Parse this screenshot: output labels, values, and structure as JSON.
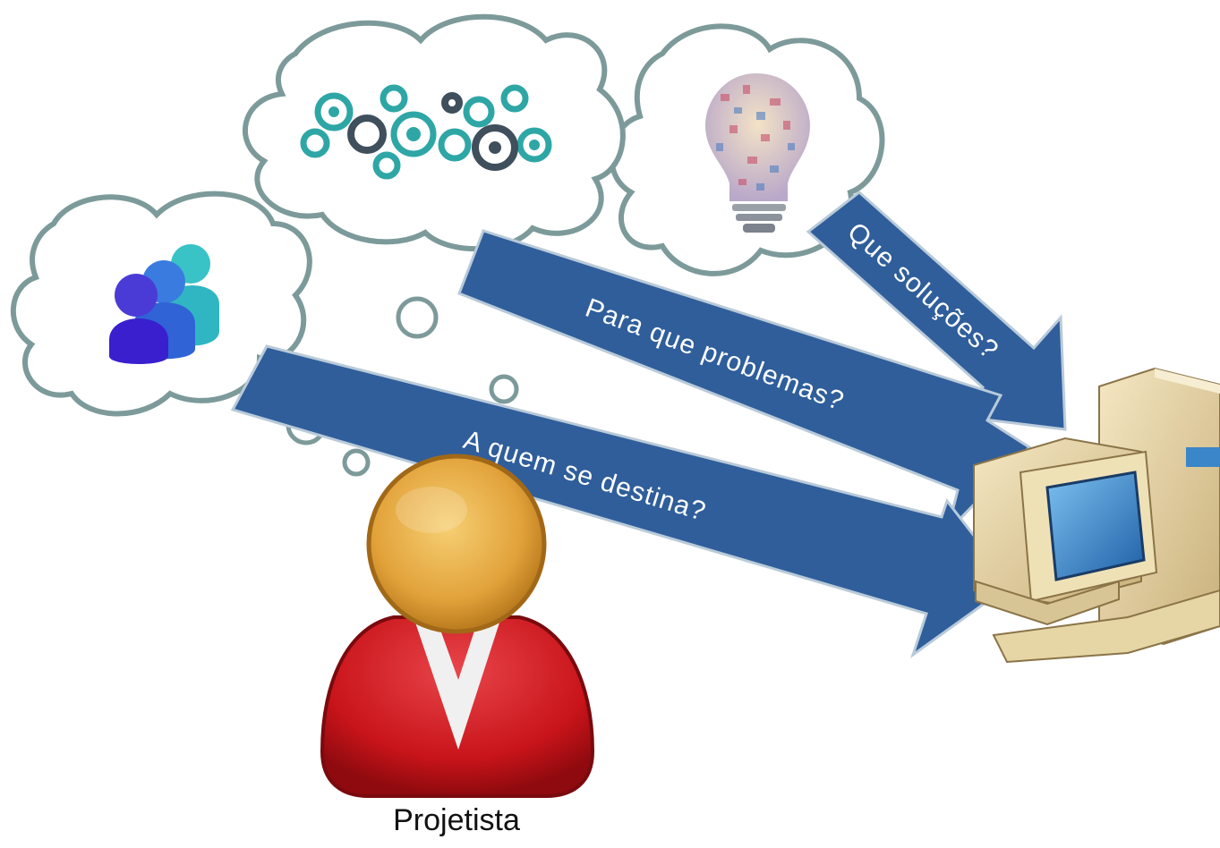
{
  "colors": {
    "arrow_fill": "#2f5e9b",
    "arrow_stroke": "#b9cad9",
    "cloud_stroke": "#7d9a9a",
    "person_head": "#e6a93c",
    "person_body": "#c8141a",
    "computer_case": "#e8d8a8",
    "screen": "#3b8ccf"
  },
  "icons": {
    "users": "users-group-icon",
    "gears": "gears-network-icon",
    "bulb": "lightbulb-collage-icon",
    "person": "person-avatar-icon",
    "computer": "desktop-computer-icon"
  },
  "arrows": {
    "solutions_label": "Que soluções?",
    "problems_label": "Para que problemas?",
    "audience_label": "A quem se destina?"
  },
  "caption": "Projetista"
}
